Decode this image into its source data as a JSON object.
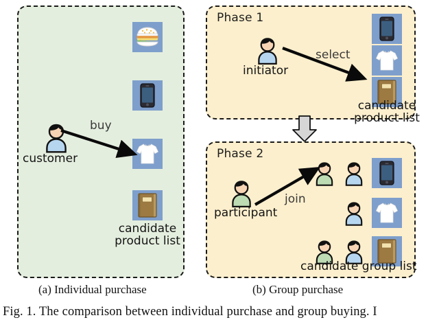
{
  "figure": {
    "caption": "Fig. 1.   The comparison between individual purchase and group buying. I",
    "sub_captions": {
      "a": "(a) Individual purchase",
      "b": "(b) Group purchase"
    }
  },
  "colors": {
    "individual_panel_bg": "#e4eede",
    "group_panel_bg": "#fcefcd",
    "panel_border": "#1a1a1a",
    "tile_bg": "#7e9fcc",
    "shirt_blue": "#b6d6f0",
    "shirt_green": "#bedcb4",
    "skin": "#f6d4b4",
    "hair": "#111111",
    "connector_arrow": "#d6d6d6"
  },
  "individual": {
    "actor": {
      "label": "customer",
      "shirt": "blue"
    },
    "arrow_label": "buy",
    "list_label_line1": "candidate",
    "list_label_line2": "product list",
    "products": [
      {
        "name": "burger",
        "icon": "burger-icon"
      },
      {
        "name": "smartphone",
        "icon": "phone-icon"
      },
      {
        "name": "t-shirt",
        "icon": "tshirt-icon"
      },
      {
        "name": "book",
        "icon": "book-icon"
      }
    ]
  },
  "phase1": {
    "title": "Phase 1",
    "actor": {
      "label": "initiator",
      "shirt": "blue"
    },
    "arrow_label": "select",
    "list_label_line1": "candidate",
    "list_label_line2": "product list",
    "products": [
      {
        "name": "smartphone",
        "icon": "phone-icon"
      },
      {
        "name": "t-shirt",
        "icon": "tshirt-icon"
      },
      {
        "name": "book",
        "icon": "book-icon"
      }
    ]
  },
  "phase2": {
    "title": "Phase 2",
    "actor": {
      "label": "participant",
      "shirt": "green"
    },
    "arrow_label": "join",
    "list_label": "candidate group list",
    "groups": [
      {
        "members": [
          "green",
          "blue"
        ],
        "product": "smartphone",
        "icon": "phone-icon"
      },
      {
        "members": [
          "blue"
        ],
        "product": "t-shirt",
        "icon": "tshirt-icon"
      },
      {
        "members": [
          "green",
          "blue"
        ],
        "product": "book",
        "icon": "book-icon"
      }
    ]
  }
}
